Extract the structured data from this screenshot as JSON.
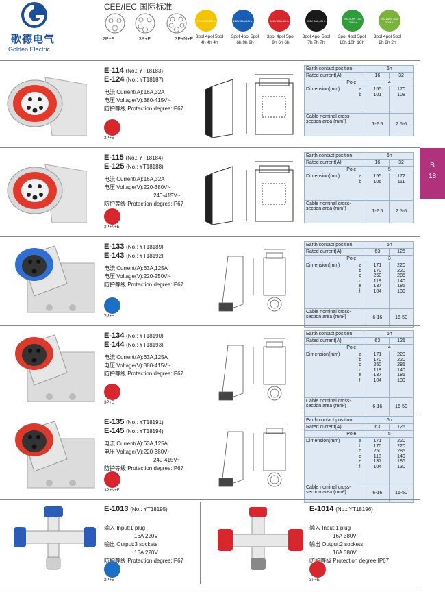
{
  "header": {
    "brand_cn": "歌德电气",
    "brand_en": "Golden Electric",
    "standard_title": "CEE/IEC 国际标准",
    "pin_labels": [
      "2P+E",
      "3P+E",
      "3P+N+E"
    ],
    "voltage_circles": [
      {
        "text": "110V 50A,60Hz",
        "color": "#f2c500"
      },
      {
        "text": "220V 50A,60Hz",
        "color": "#1b5fb4"
      },
      {
        "text": "400V 50A,60Hz",
        "color": "#d8262d"
      },
      {
        "text": "500V 50A,60Hz",
        "color": "#1a1a1a"
      },
      {
        "text": ">50-500V 100-300Hz",
        "color": "#2e9d3a"
      },
      {
        "text": ">50-500V 300-500Hz",
        "color": "#7ab53a"
      }
    ],
    "pol_groups": [
      {
        "pols": "3pol 4pol 5pol",
        "hours": "4h   4h   4h"
      },
      {
        "pols": "3pol 4pol 5pol",
        "hours": "6h   9h   9h"
      },
      {
        "pols": "3pol 4pol 5pol",
        "hours": "9h   6h   6h"
      },
      {
        "pols": "3pol 4pol 5pol",
        "hours": "7h   7h   7h"
      },
      {
        "pols": "3pol 4pol 5pol",
        "hours": "10h 10h 10h"
      },
      {
        "pols": "3pol 4pol 5pol",
        "hours": "2h   2h   2h"
      }
    ]
  },
  "side_tab": {
    "letter": "B",
    "page": "18"
  },
  "products": [
    {
      "model1": "E-114",
      "no1": "(No.: YT18183)",
      "model2": "E-124",
      "no2": "(No.: YT18187)",
      "current": "电流 Current(A):16A,32A",
      "voltage": "电压 Voltage(V):380-415V~",
      "voltage2": "",
      "protection": "防护等级 Protection degree:IP67",
      "badge": "3P+E",
      "badge_color": "#d8262d",
      "table": {
        "earth_label": "Earth contact position",
        "earth": "6h",
        "rated_label": "Rated current(A)",
        "r1": "16",
        "r2": "32",
        "pole_label": "Pole",
        "pole": "4",
        "dim_label": "Dimension(mm)",
        "letters": "a\nb",
        "d1": "155\n101",
        "d2": "170\n108",
        "cable_label": "Cable nominal cross-section area (mm²)",
        "c1": "1-2.5",
        "c2": "2.5-6"
      }
    },
    {
      "model1": "E-115",
      "no1": "(No.: YT18184)",
      "model2": "E-125",
      "no2": "(No.: YT18188)",
      "current": "电流 Current(A):16A,32A",
      "voltage": "电压 Voltage(V):220-380V~",
      "voltage2": "240-415V~",
      "protection": "防护等级 Protection degree:IP67",
      "badge": "3P+N+E",
      "badge_color": "#d8262d",
      "table": {
        "earth_label": "Earth contact position",
        "earth": "6h",
        "rated_label": "Rated current(A)",
        "r1": "16",
        "r2": "32",
        "pole_label": "Pole",
        "pole": "5",
        "dim_label": "Dimension(mm)",
        "letters": "a\nb",
        "d1": "155\n106",
        "d2": "172\n111",
        "cable_label": "Cable nominal cross-section area (mm²)",
        "c1": "1-2.5",
        "c2": "2.5-6"
      }
    },
    {
      "model1": "E-133",
      "no1": "(No.: YT18189)",
      "model2": "E-143",
      "no2": "(No.: YT18192)",
      "current": "电流 Current(A):63A,125A",
      "voltage": "电压 Voltage(V):220-250V~",
      "voltage2": "",
      "protection": "防护等级 Protection degree:IP67",
      "badge": "2P+E",
      "badge_color": "#1b6fc4",
      "table": {
        "earth_label": "Earth contact position",
        "earth": "6h",
        "rated_label": "Rated current(A)",
        "r1": "63",
        "r2": "125",
        "pole_label": "Pole",
        "pole": "3",
        "dim_label": "Dimension(mm)",
        "letters": "a\nb\nc\nd\ne\nf",
        "d1": "171\n170\n250\n118\n137\n104",
        "d2": "220\n220\n285\n140\n185\n130",
        "cable_label": "Cable nominal cross-section area (mm²)",
        "c1": "6-16",
        "c2": "16-50"
      }
    },
    {
      "model1": "E-134",
      "no1": "(No.: YT18190)",
      "model2": "E-144",
      "no2": "(No.: YT18193)",
      "current": "电流 Current(A):63A,125A",
      "voltage": "电压 Voltage(V):380-415V~",
      "voltage2": "",
      "protection": "防护等级 Protection degree:IP67",
      "badge": "3P+E",
      "badge_color": "#d8262d",
      "table": {
        "earth_label": "Earth contact position",
        "earth": "6h",
        "rated_label": "Rated current(A)",
        "r1": "63",
        "r2": "125",
        "pole_label": "Pole",
        "pole": "4",
        "dim_label": "Dimension(mm)",
        "letters": "a\nb\nc\nd\ne\nf",
        "d1": "171\n170\n250\n118\n137\n104",
        "d2": "220\n220\n285\n140\n185\n130",
        "cable_label": "Cable nominal cross-section area (mm²)",
        "c1": "6-16",
        "c2": "16-50"
      }
    },
    {
      "model1": "E-135",
      "no1": "(No.: YT18191)",
      "model2": "E-145",
      "no2": "(No.: YT18194)",
      "current": "电流 Current(A):63A,125A",
      "voltage": "电压 Voltage(V):220-380V~",
      "voltage2": "240-415V~",
      "protection": "防护等级 Protection degree:IP67",
      "badge": "3P+N+E",
      "badge_color": "#d8262d",
      "table": {
        "earth_label": "Earth contact position",
        "earth": "6h",
        "rated_label": "Rated current(A)",
        "r1": "63",
        "r2": "125",
        "pole_label": "Pole",
        "pole": "5",
        "dim_label": "Dimension(mm)",
        "letters": "a\nb\nc\nd\ne\nf",
        "d1": "171\n170\n250\n118\n137\n104",
        "d2": "220\n220\n285\n140\n185\n130",
        "cable_label": "Cable nominal cross-section area (mm²)",
        "c1": "6-16",
        "c2": "16-50"
      }
    }
  ],
  "adapters": [
    {
      "model": "E-1013",
      "no": "(No.: YT18195)",
      "input": "输入 Input:1 plug",
      "input_v": "16A 220V",
      "output": "输出 Output:3 sockets",
      "output_v": "16A 220V",
      "protection": "防护等级 Protection degree:IP67",
      "badge": "2P+E",
      "badge_color": "#1b6fc4"
    },
    {
      "model": "E-1014",
      "no": "(No.: YT18196)",
      "input": "输入 Input:1 plug",
      "input_v": "16A 380V",
      "output": "输出 Output:2 sockets",
      "output_v": "16A 380V",
      "protection": "防护等级 Protection degree:IP67",
      "badge": "3P+E",
      "badge_color": "#d8262d"
    }
  ]
}
